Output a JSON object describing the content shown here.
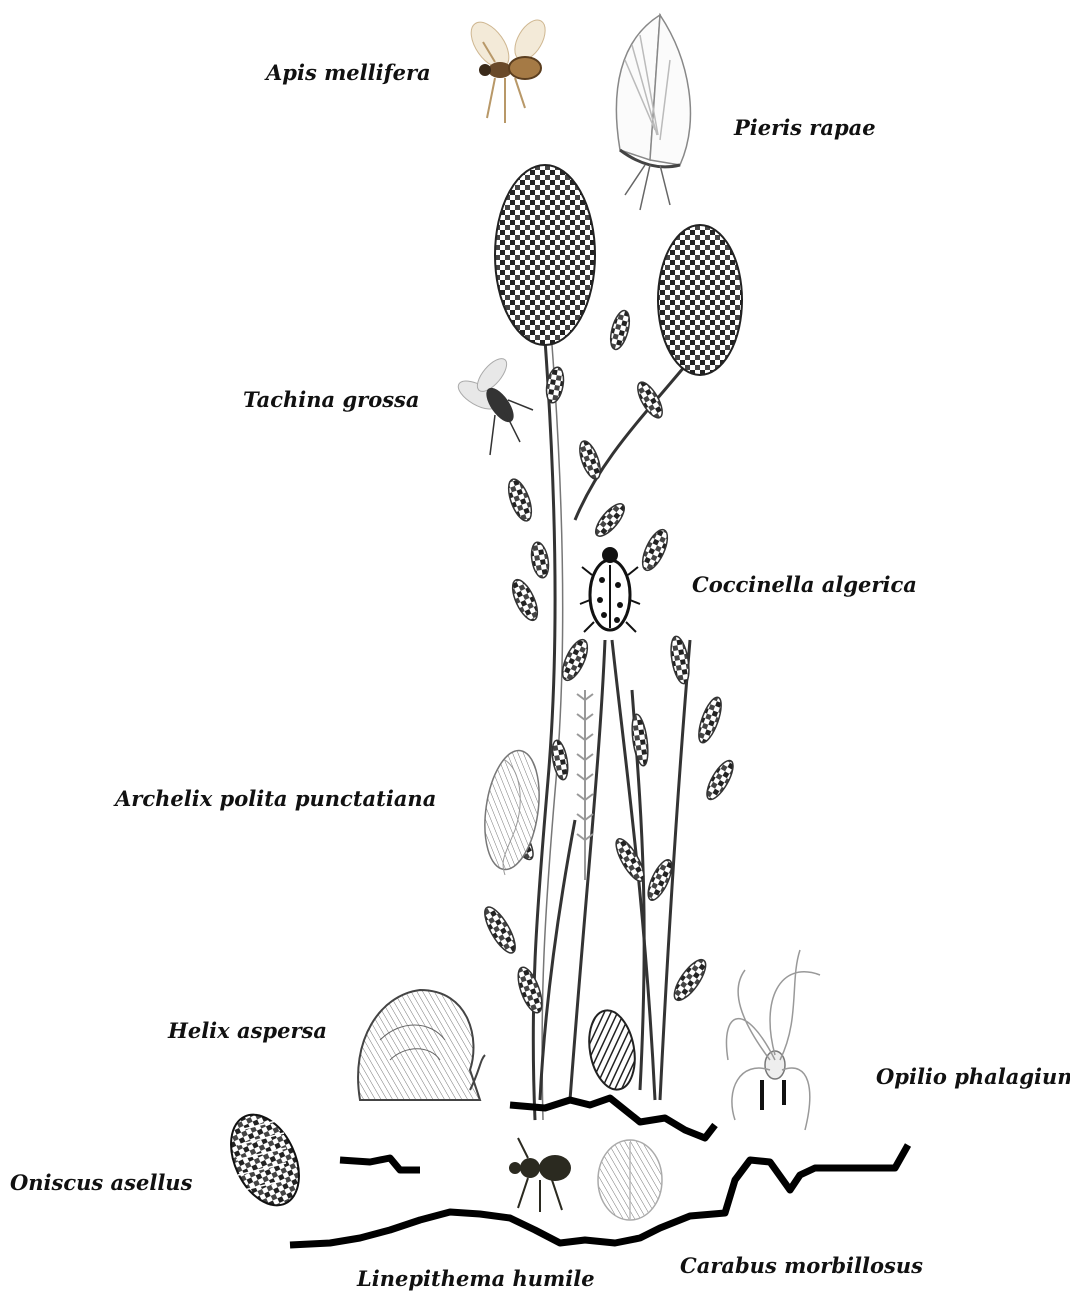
{
  "labels": {
    "apis": "Apis mellifera",
    "pieris": "Pieris  rapae",
    "tachina": "Tachina grossa",
    "coccinella": "Coccinella algerica",
    "archelix": "Archelix polita punctatiana",
    "helix": "Helix aspersa",
    "opilio": "Opilio phalagium",
    "oniscus": "Oniscus asellus",
    "linepithema": "Linepithema humile",
    "carabus": "Carabus morbillosus"
  },
  "colors": {
    "ink": "#111111",
    "ground": "#000000",
    "bee": "#a57a45",
    "ant": "#2b2a20"
  }
}
